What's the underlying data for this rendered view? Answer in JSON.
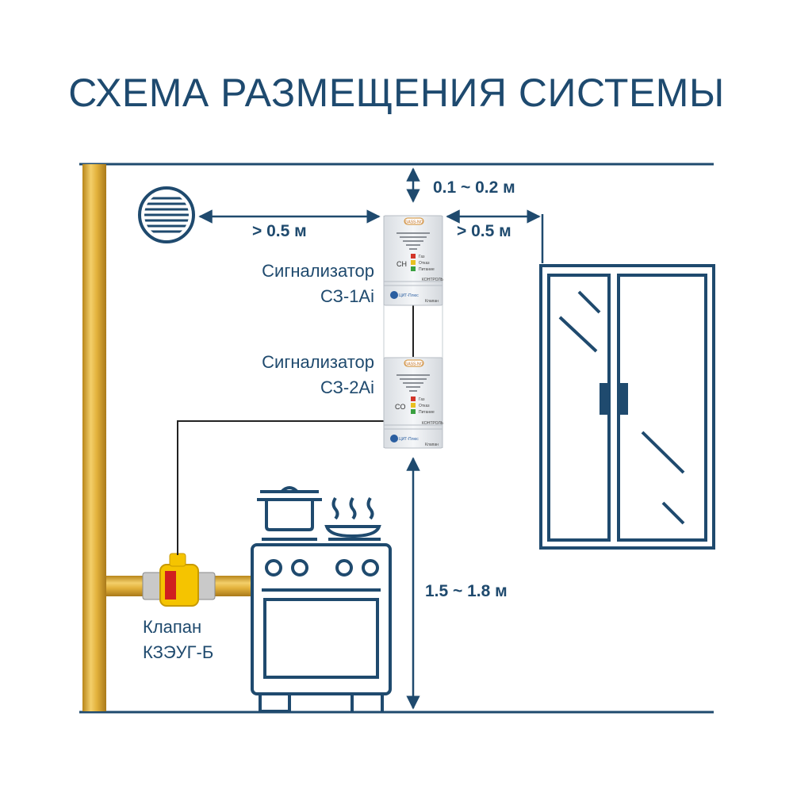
{
  "title": "СХЕМА РАЗМЕЩЕНИЯ СИСТЕМЫ",
  "dimensions": {
    "ceiling_gap": "0.1 ~ 0.2 м",
    "vent_gap": "> 0.5 м",
    "window_gap": "> 0.5 м",
    "floor_height": "1.5 ~ 1.8 м"
  },
  "devices": {
    "sensor1": {
      "label_line1": "Сигнализатор",
      "label_line2": "СЗ-1Аi",
      "gas": "CH",
      "ind_gas": "Газ",
      "ind_fault": "Отказ",
      "ind_power": "Питание",
      "control": "КОНТРОЛЬ",
      "brand": "ЦИТ-Плюс",
      "valve": "Клапан",
      "badge": "GASS-NO"
    },
    "sensor2": {
      "label_line1": "Сигнализатор",
      "label_line2": "СЗ-2Аi",
      "gas": "CO",
      "ind_gas": "Газ",
      "ind_fault": "Отказ",
      "ind_power": "Питание",
      "control": "КОНТРОЛЬ",
      "brand": "ЦИТ-Плюс",
      "valve": "Клапан",
      "badge": "GASS-NO"
    }
  },
  "valve": {
    "label_line1": "Клапан",
    "label_line2": "КЗЭУГ-Б"
  },
  "colors": {
    "navy": "#1f4a6e",
    "pipe": "#e0b030",
    "pipe_dark": "#b88a18",
    "valve_yellow": "#f5c400",
    "led_red": "#d2362a",
    "led_yellow": "#e8c020",
    "led_green": "#3aa040"
  }
}
